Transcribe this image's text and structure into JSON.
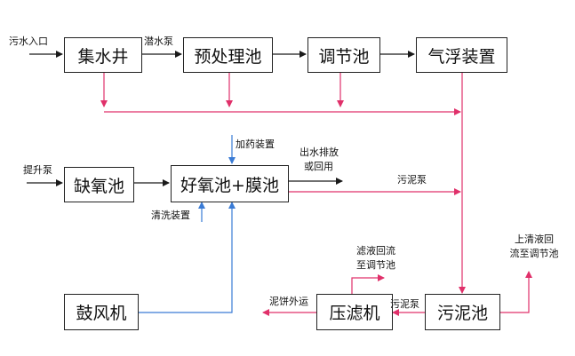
{
  "nodes": {
    "jishuijing": "集水井",
    "yuchulichi": "预处理池",
    "tiaojiechi": "调节池",
    "qifuzhuangzhi": "气浮装置",
    "queyangchi": "缺氧池",
    "haoyangchi_mochi": "好氧池+膜池",
    "gufengji": "鼓风机",
    "yalvji": "压滤机",
    "wunichi": "污泥池"
  },
  "labels": {
    "wushui_rukou": "污水入口",
    "qianshuibeng": "潜水泵",
    "tishengbeng": "提升泵",
    "jiayao_zhuangzhi": "加药装置",
    "qingxi_zhuangzhi": "清洗装置",
    "chushui_line1": "出水排放",
    "chushui_line2": "或回用",
    "wunibeng_upper": "污泥泵",
    "wunibeng_lower": "污泥泵",
    "lvye_line1": "滤液回流",
    "lvye_line2": "至调节池",
    "shangqingye_line1": "上清液回",
    "shangqingye_line2": "流至调节池",
    "nibing_waiyun": "泥饼外运"
  },
  "colors": {
    "main_flow": "#1a1a1a",
    "sludge_flow": "#e0306a",
    "air_chem_flow": "#3a7bd5"
  }
}
